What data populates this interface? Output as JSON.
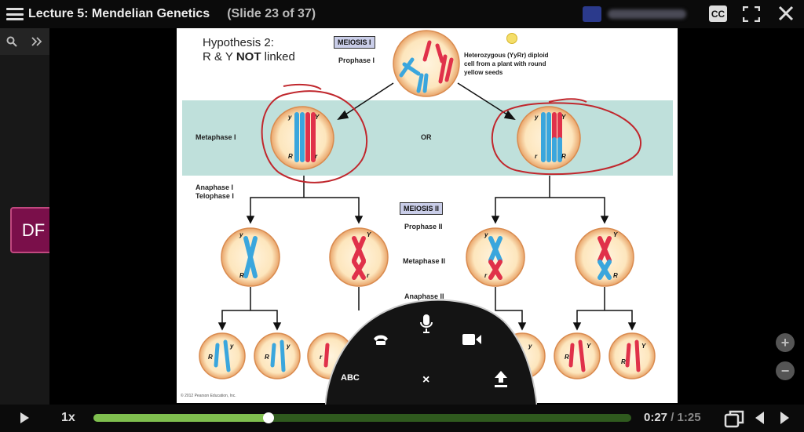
{
  "header": {
    "title": "Lecture 5: Mendelian Genetics",
    "slide_counter": "(Slide 23 of 37)",
    "cc_label": "CC",
    "menu_icon": "hamburger-icon",
    "fullscreen_icon": "fullscreen-icon",
    "close_icon": "close-icon"
  },
  "sidebar": {
    "tools": [
      "search-icon",
      "chevron-double-right-icon"
    ],
    "participant_initials": "DF"
  },
  "slide": {
    "hypothesis_line1": "Hypothesis 2:",
    "hypothesis_line2_prefix": "R & Y ",
    "hypothesis_line2_bold": "NOT",
    "hypothesis_line2_suffix": " linked",
    "meiosis1_label": "MEIOSIS I",
    "prophase1_label": "Prophase I",
    "cell_note_line1": "Heterozygous (YyRr) diploid",
    "cell_note_line2": "cell from a plant with round",
    "cell_note_line3": "yellow seeds",
    "metaphase1_label": "Metaphase I",
    "or_label": "OR",
    "anaphase1_label": "Anaphase I",
    "telophase1_label": "Telophase I",
    "meiosis2_label": "MEIOSIS II",
    "prophase2_label": "Prophase II",
    "metaphase2_label": "Metaphase II",
    "anaphase2_label": "Anaphase II",
    "copyright": "© 2012 Pearson Education, Inc."
  },
  "controls_panel": {
    "abc_label": "ABC",
    "close_symbol": "×",
    "icons": [
      "phone-icon",
      "microphone-icon",
      "video-camera-icon",
      "upload-icon"
    ]
  },
  "zoom": {
    "plus_symbol": "+",
    "minus_symbol": "−"
  },
  "player": {
    "speed": "1x",
    "current_time": "0:27",
    "total_time": " / 1:25",
    "progress_fraction": 0.325,
    "accent_color": "#7fbf4f"
  }
}
